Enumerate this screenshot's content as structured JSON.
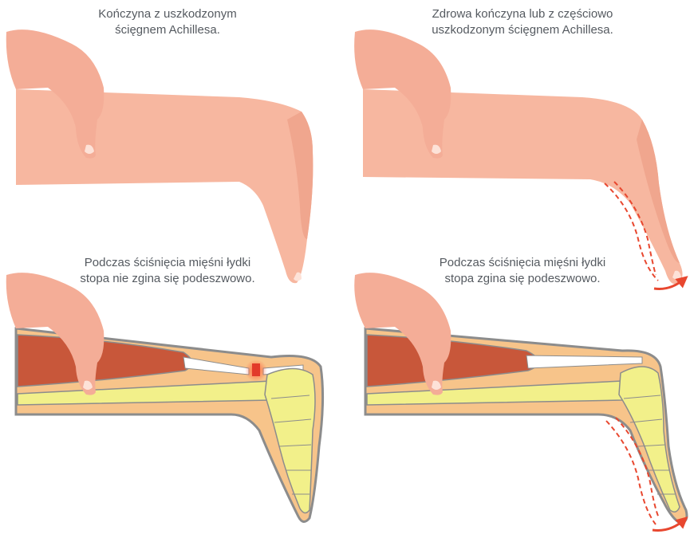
{
  "captions": {
    "top_left": [
      "Kończyna z uszkodzonym",
      "ścięgnem Achillesa."
    ],
    "top_right": [
      "Zdrowa kończyna lub z częściowo",
      "uszkodzonym ścięgnem Achillesa."
    ],
    "bottom_left": [
      "Podczas ściśnięcia mięśni łydki",
      "stopa nie zgina się podeszwowo."
    ],
    "bottom_right": [
      "Podczas ściśnięcia mięśni łydki",
      "stopa zgina się podeszwowo."
    ]
  },
  "colors": {
    "skin": "#f7b7a0",
    "skin_shadow": "#f0a68e",
    "fat": "#f7c48a",
    "muscle": "#c8573a",
    "bone": "#f2f08a",
    "outline": "#8c8c8c",
    "arrow": "#e8472f",
    "rupture": "#e23a2a"
  }
}
